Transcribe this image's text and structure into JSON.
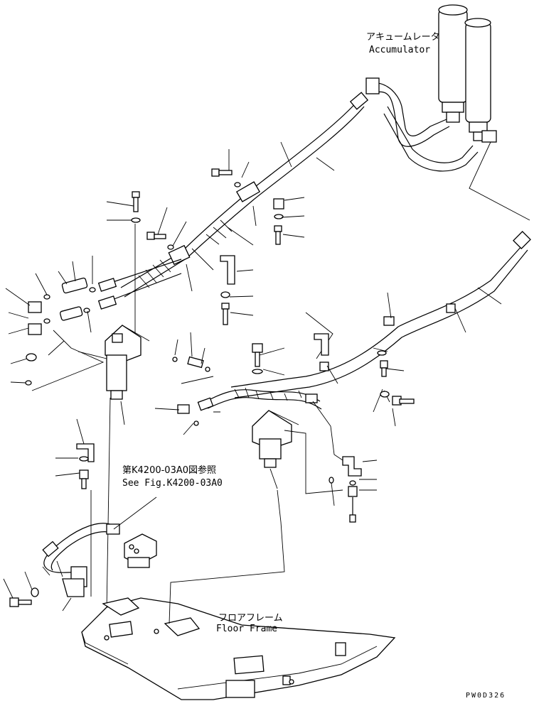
{
  "labels": {
    "accumulator_jp": "アキュームレータ",
    "accumulator_en": "Accumulator",
    "ref_jp": "第K4200-03A0図参照",
    "ref_en": "See Fig.K4200-03A0",
    "floor_jp": "フロアフレーム",
    "floor_en": "Floor Frame",
    "drawing_code": "PW0D326"
  }
}
